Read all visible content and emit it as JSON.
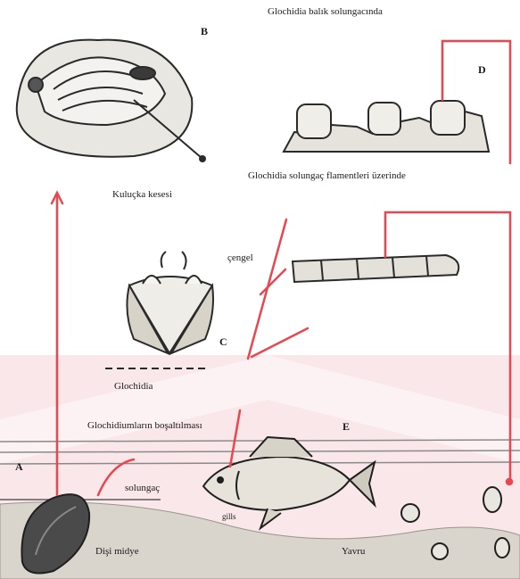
{
  "labels": {
    "title_gill": "Glochidia balık solungacında",
    "filament": "Glochidia solungaç flamentleri üzerinde",
    "brood_pouch": "Kuluçka kesesi",
    "hook": "çengel",
    "glochidia": "Glochidia",
    "release": "Glochidiumların boşaltılması",
    "gill": "solungaç",
    "gills_on_fish": "gills",
    "female_mussel": "Dişi midye",
    "juvenile": "Yavru"
  },
  "letters": {
    "a": "A",
    "b": "B",
    "c": "C",
    "d": "D",
    "e": "E"
  },
  "colors": {
    "arrow": "#e8474f",
    "watermark": "#f6d4d8",
    "ink": "#2a2a2a",
    "sand": "#d9d4cc"
  }
}
